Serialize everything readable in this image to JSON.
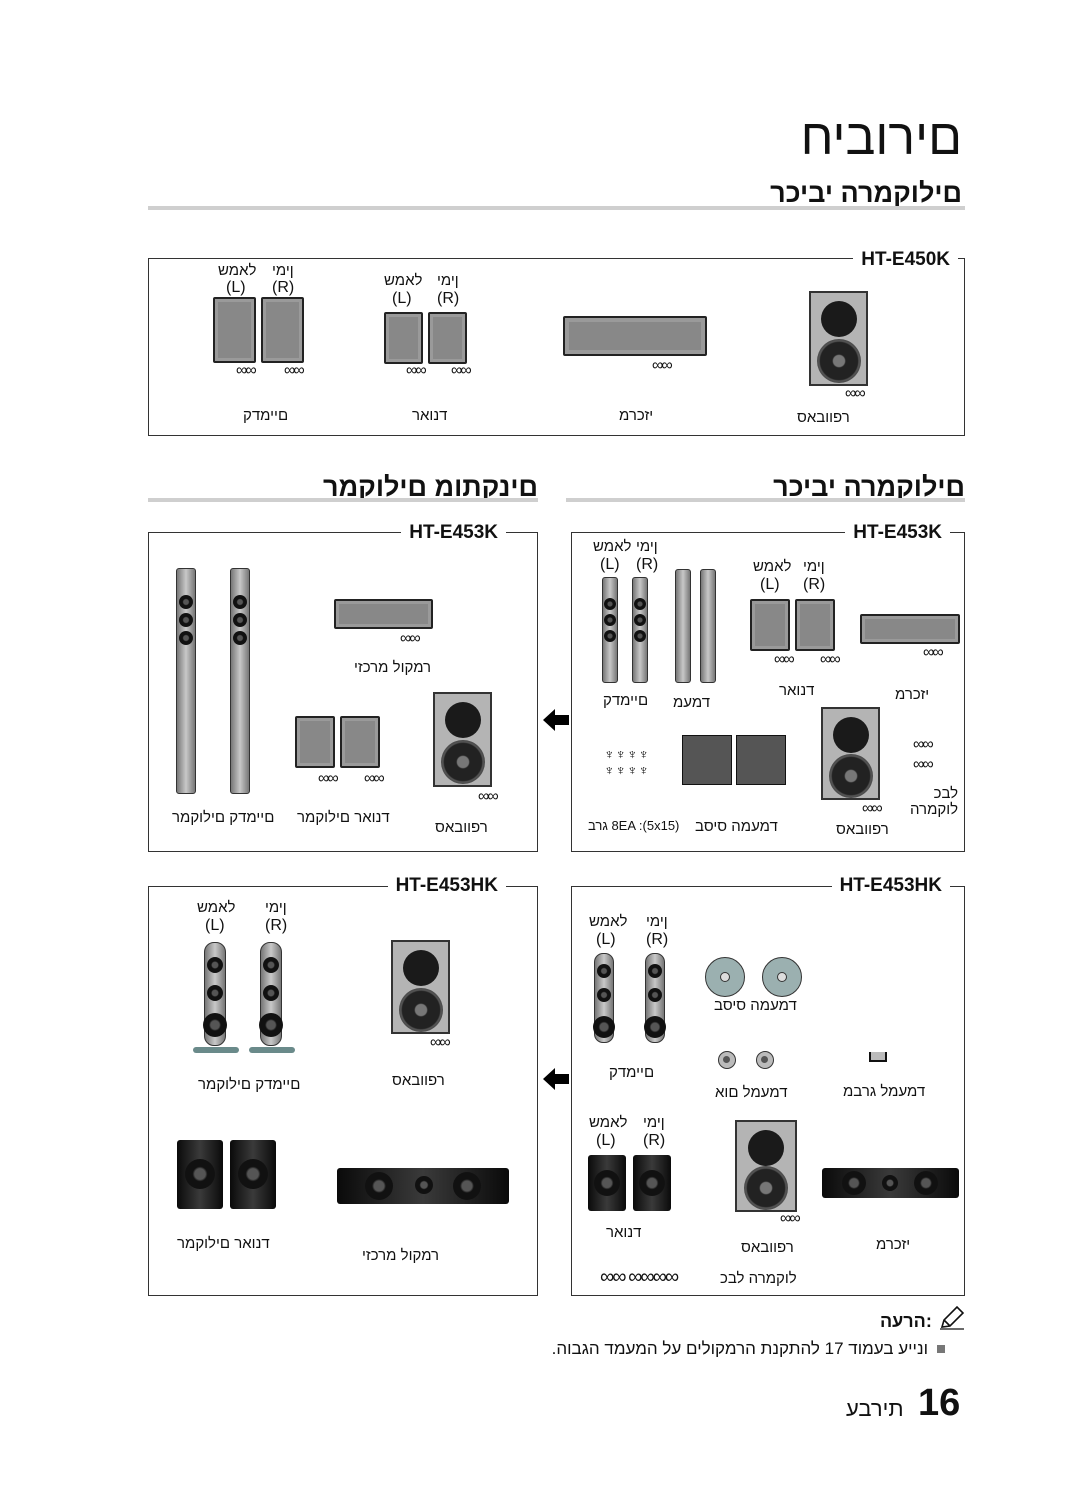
{
  "page_title": "םירוביח",
  "sections": {
    "components_top": "םילוקמרה יביכר",
    "components_left": "םינקתומ םילוקמר",
    "components_right": "םילוקמרה יביכר"
  },
  "models": {
    "e450k": "HT-E450K",
    "e453k_left": "HT-E453K",
    "e453k_right": "HT-E453K",
    "e453hk_left": "HT-E453HK",
    "e453hk_right": "HT-E453HK"
  },
  "labels": {
    "left": "לאמש",
    "right": "ןימי",
    "L": "(L)",
    "R": "(R)",
    "front": "םיימדק",
    "surround": "דנואר",
    "center": "יזכרמ",
    "subwoofer": "רפוובאס",
    "front_speakers": "םיימדק םילוקמר",
    "surround_speakers": "דנואר םילוקמר",
    "center_speaker": "רמקול מרכזי",
    "stand": "דמעמ",
    "stand_base": "דמעמה סיסב",
    "screw": "8EA :(5x15) גרב",
    "speaker_cable": "לבכ\nלוקמרה",
    "speaker_cable_line": "לוקמרה לבכ",
    "stand_nut": "דמעמל םוא",
    "stand_connector": "דמעמל גרבמ"
  },
  "note": {
    "title": ":הרעה",
    "text": "ונייע בעמוד 17 להתקנת הרמקולים על המעמד הגבוה."
  },
  "footer": {
    "page_number": "16",
    "language": "תירבע"
  },
  "icons": {
    "arrow": "arrow-left-icon",
    "note": "pencil-note-icon",
    "bullet": "square-bullet-icon"
  }
}
